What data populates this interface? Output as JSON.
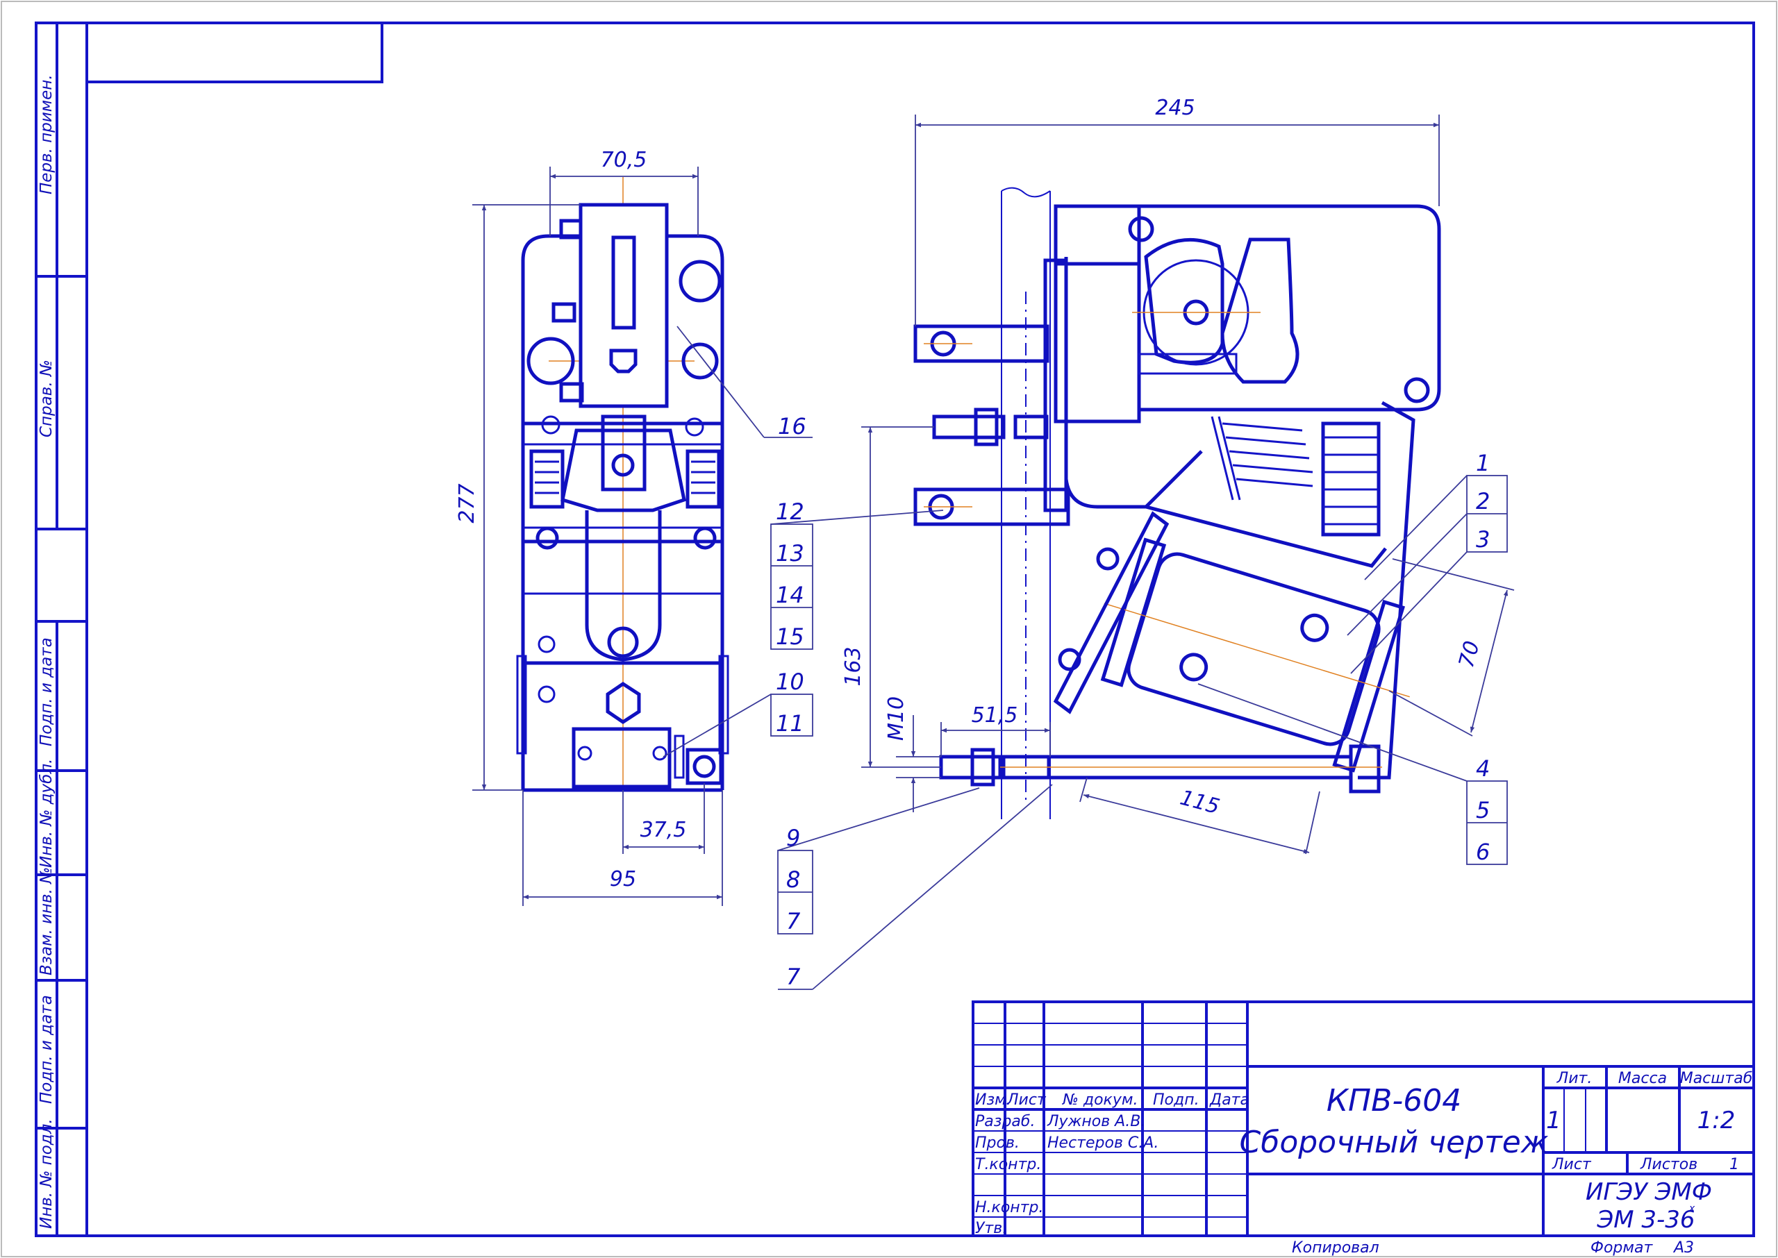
{
  "side_stamp": {
    "perv_primen": "Перв. примен.",
    "sprav_no": "Справ. №",
    "podp_data_1": "Подп. и дата",
    "inv_dubl": "Инв. № дубл.",
    "vzam_inv": "Взам. инв. №",
    "podp_data_2": "Подп. и дата",
    "inv_podl": "Инв. № подл."
  },
  "dimensions": {
    "front_width_top": "70,5",
    "front_height": "277",
    "front_offset": "37,5",
    "front_width_bottom": "95",
    "side_width": "245",
    "side_height": "163",
    "thread": "M10",
    "stud_length": "51,5",
    "base_length": "115",
    "coil_width": "70"
  },
  "positions": {
    "p1": "1",
    "p2": "2",
    "p3": "3",
    "p4": "4",
    "p5": "5",
    "p6": "6",
    "p7a": "7",
    "p7b": "7",
    "p8": "8",
    "p9": "9",
    "p10": "10",
    "p11": "11",
    "p12": "12",
    "p13": "13",
    "p14": "14",
    "p15": "15",
    "p16": "16"
  },
  "title_block": {
    "col_izm": "Изм.",
    "col_list": "Лист",
    "col_doc": "№ докум.",
    "col_podp": "Подп.",
    "col_data": "Дата",
    "razrab_label": "Разраб.",
    "razrab_name": "Лужнов А.В.",
    "prov_label": "Пров.",
    "prov_name": "Нестеров С.А.",
    "tkontr_label": "Т.контр.",
    "nkontr_label": "Н.контр.",
    "utv_label": "Утв.",
    "designation": "КПВ-604",
    "doc_name": "Сборочный чертеж",
    "lit_label": "Лит.",
    "massa_label": "Масса",
    "masshtab_label": "Масштаб",
    "lit_value": "1",
    "scale_value": "1:2",
    "sheet_label": "Лист",
    "sheets_label": "Листов",
    "sheets_value": "1",
    "org_line1": "ИГЭУ ЭМФ",
    "org_line2": "ЭМ 3-36",
    "org_mark": "х",
    "kopiroval": "Копировал",
    "format_label": "Формат",
    "format_value": "А3"
  },
  "colors": {
    "line": "#1414c8",
    "axis": "#e08020",
    "dimension": "#3a3a9a"
  }
}
